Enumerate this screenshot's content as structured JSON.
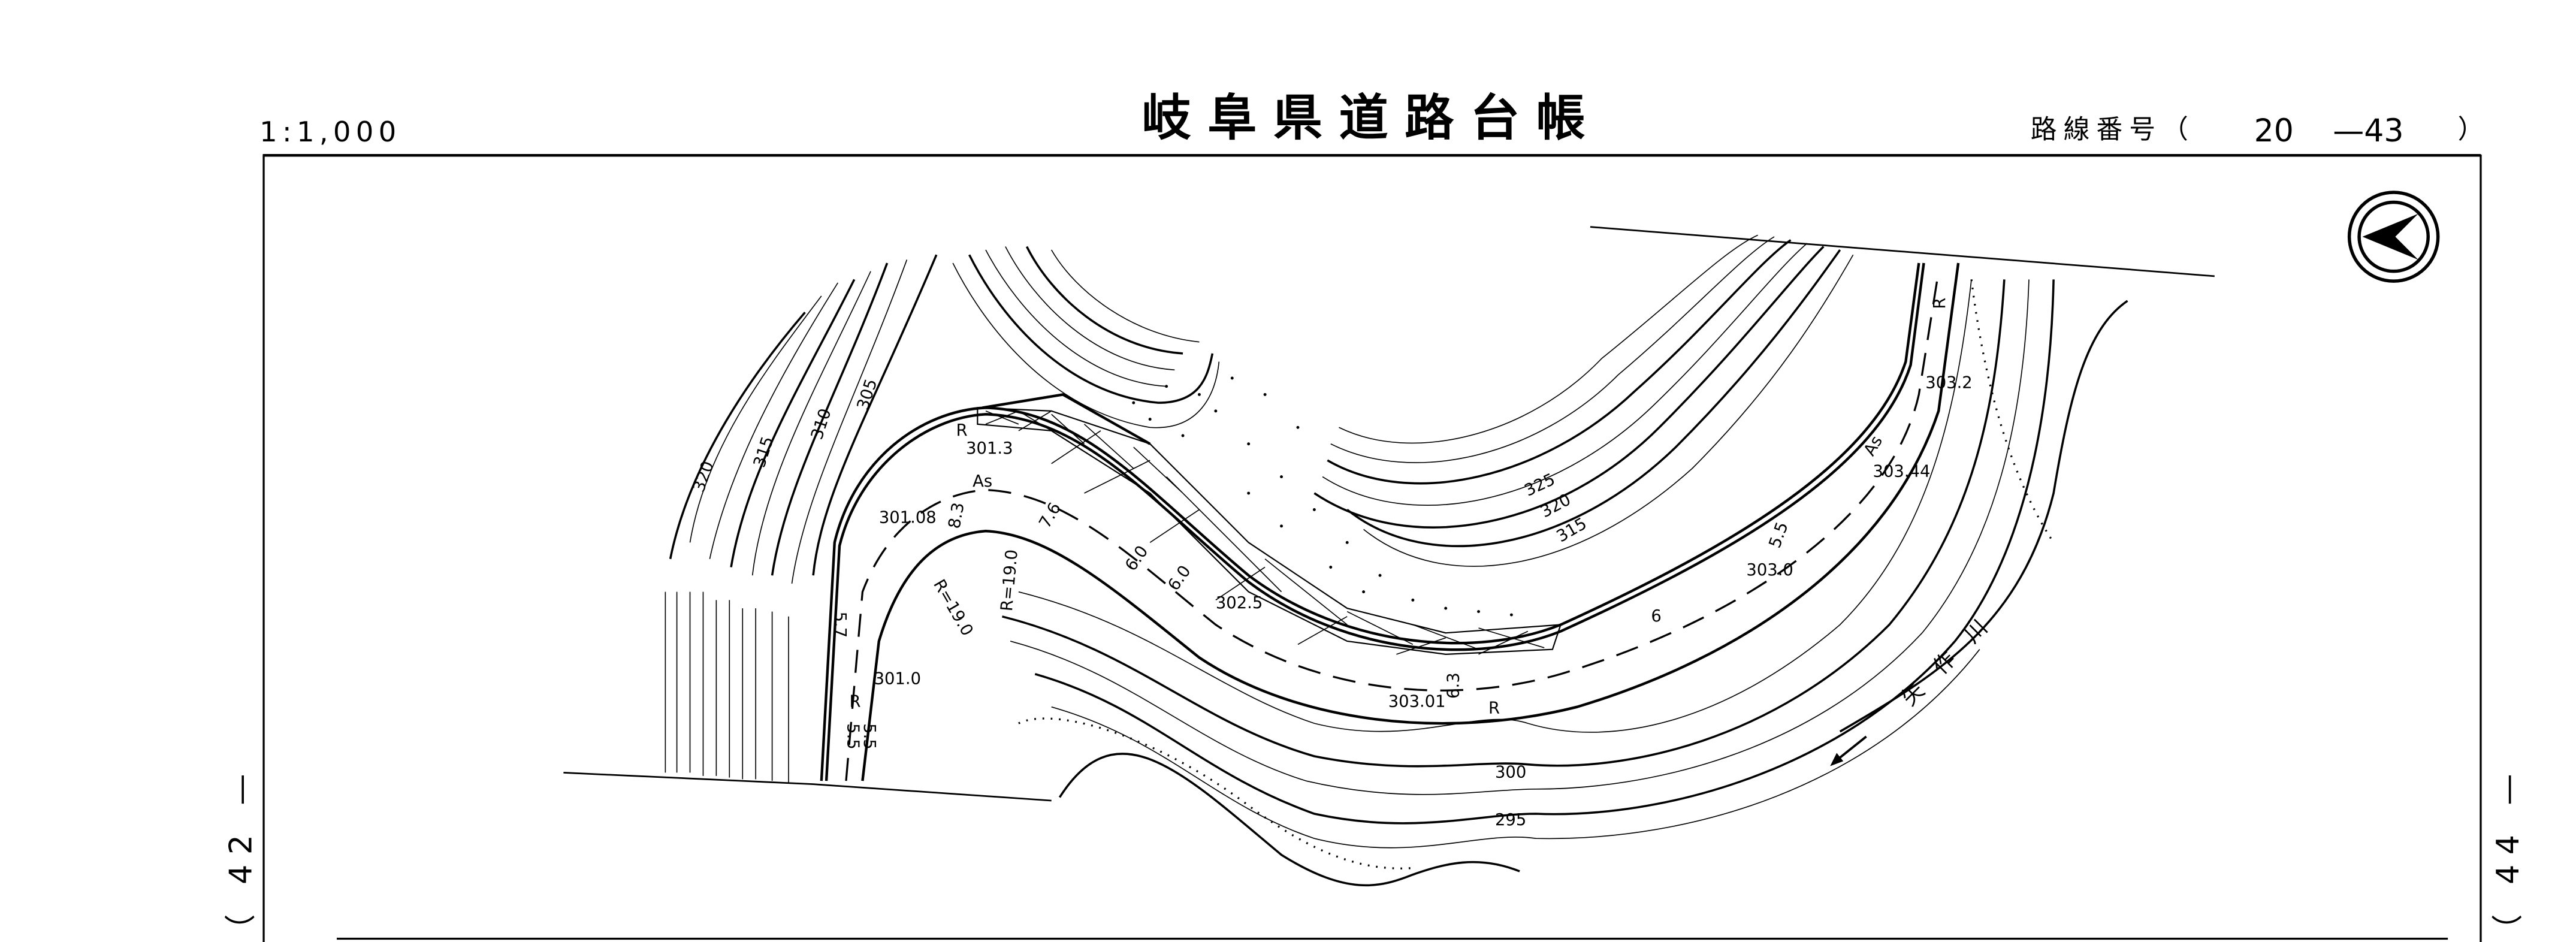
{
  "header": {
    "scale": "1:1,000",
    "title": "岐阜県道路台帳",
    "route_label": "路線番号（",
    "route_number": "20",
    "sheet_number": "—43",
    "route_close": "）"
  },
  "adjacent_sheets": {
    "left": "（ 42 —",
    "right": "（ 44 —"
  },
  "north_arrow": {
    "icon": "north-arrow-icon"
  },
  "map_labels": {
    "contour_320_left": "320",
    "contour_315_left": "315",
    "contour_310": "310",
    "contour_305": "305",
    "contour_325": "325",
    "contour_320_right": "320",
    "contour_315_right": "315",
    "contour_300": "300",
    "contour_295": "295",
    "elev_301_3": "301.3",
    "elev_301_08": "301.08",
    "elev_301_0": "301.0",
    "elev_302_5": "302.5",
    "elev_303_01": "303.01",
    "elev_303_0": "303.0",
    "elev_303_44": "303.44",
    "elev_303_2": "303.2",
    "width_8_3": "8.3",
    "width_7_6": "7.6",
    "width_6_0a": "6.0",
    "width_6_0b": "6.0",
    "width_6_3": "6.3",
    "width_6": "6",
    "width_5_5a": "5.5",
    "width_5_5b": "5.5",
    "width_5_5c": "5.5",
    "width_5_7": "5.7",
    "radius_a": "R=19.0",
    "radius_b": "R=19.0",
    "surface_as_left": "As",
    "surface_as_right": "As",
    "retaining_r1": "R",
    "retaining_r2": "R",
    "retaining_r3": "R",
    "retaining_r4": "R",
    "river_name": "矢作川"
  }
}
